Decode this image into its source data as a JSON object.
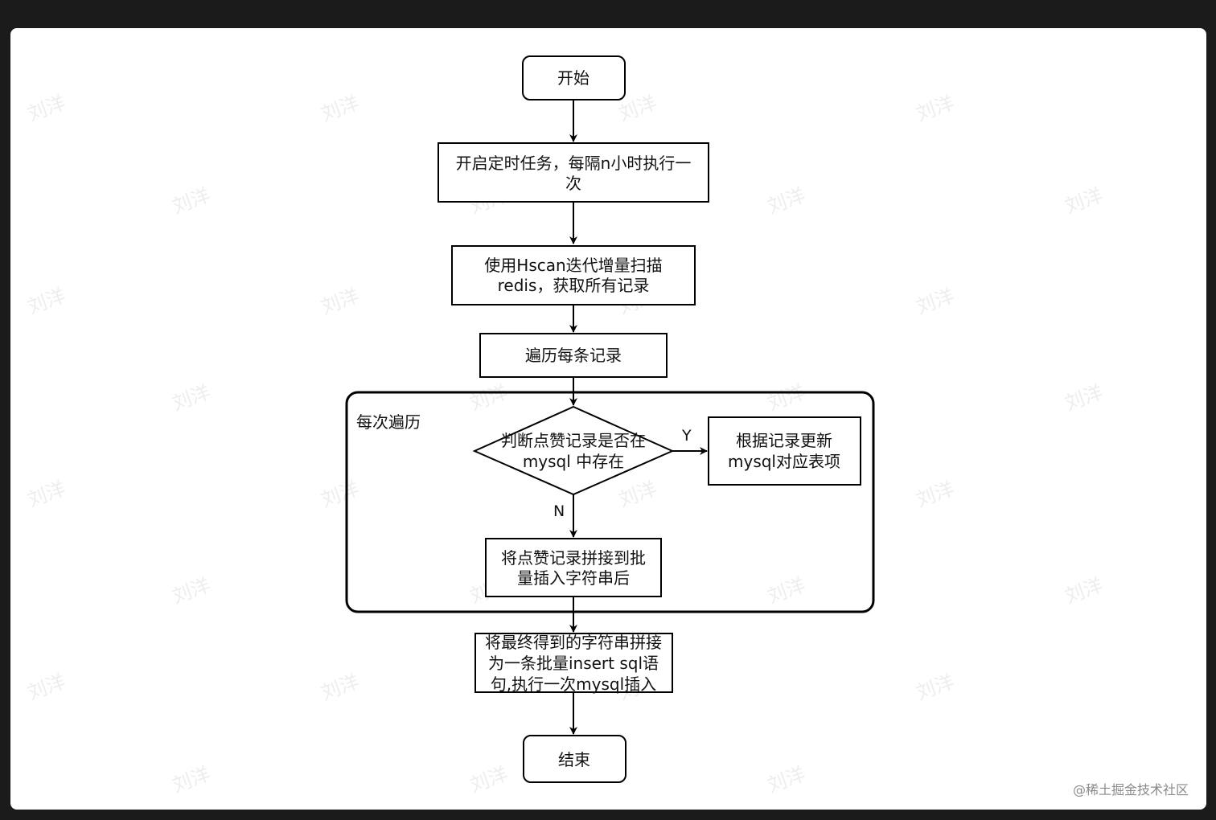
{
  "watermark": "刘洋",
  "credit": "@稀土掘金技术社区",
  "nodes": {
    "start": "开始",
    "timer": [
      "开启定时任务，每隔n小时执行一",
      "次"
    ],
    "scan": [
      "使用Hscan迭代增量扫描",
      "redis，获取所有记录"
    ],
    "iterate": "遍历每条记录",
    "group_label": "每次遍历",
    "decision": [
      "判断点赞记录是否在",
      "mysql 中存在"
    ],
    "update": [
      "根据记录更新",
      "mysql对应表项"
    ],
    "concat": [
      "将点赞记录拼接到批",
      "量插入字符串后"
    ],
    "final": [
      "将最终得到的字符串拼接",
      "为一条批量insert sql语",
      "句,执行一次mysql插入"
    ],
    "end": "结束"
  },
  "edge_labels": {
    "yes": "Y",
    "no": "N"
  }
}
